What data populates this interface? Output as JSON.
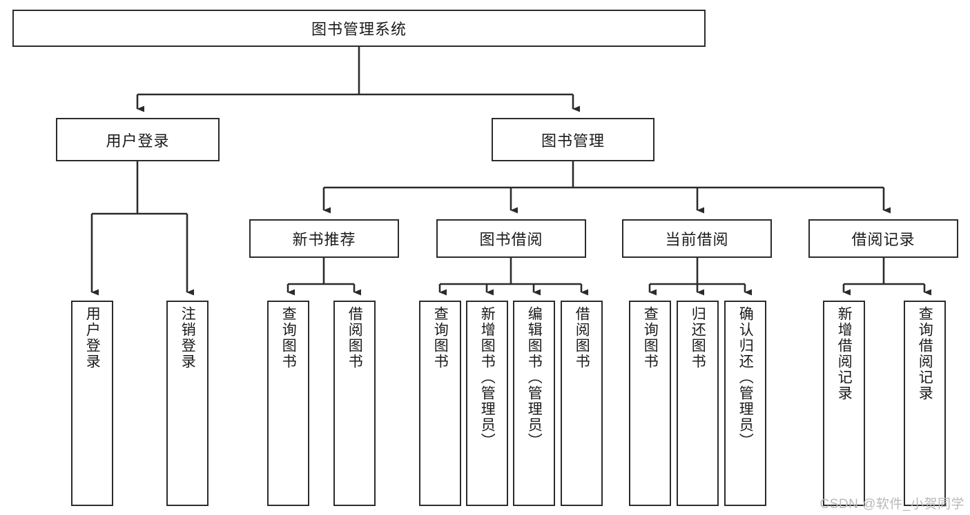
{
  "diagram": {
    "title": "图书管理系统",
    "watermark": "CSDN @软件_小贺同学",
    "colors": {
      "box_border": "#2b2b2b",
      "box_fill": "#ffffff",
      "line": "#2b2b2b",
      "text": "#1a1a1a",
      "watermark": "#b9b9b9",
      "background": "#ffffff"
    },
    "root": {
      "label": "图书管理系统"
    },
    "level2": [
      {
        "label": "用户登录"
      },
      {
        "label": "图书管理"
      }
    ],
    "level3": [
      {
        "label": "新书推荐"
      },
      {
        "label": "图书借阅"
      },
      {
        "label": "当前借阅"
      },
      {
        "label": "借阅记录"
      }
    ],
    "leaves": {
      "user_login": [
        {
          "label": "用户登录"
        },
        {
          "label": "注销登录"
        }
      ],
      "new_book_recommend": [
        {
          "label": "查询图书"
        },
        {
          "label": "借阅图书"
        }
      ],
      "book_borrow": [
        {
          "label": "查询图书"
        },
        {
          "label": "新增图书（管理员）"
        },
        {
          "label": "编辑图书（管理员）"
        },
        {
          "label": "借阅图书"
        }
      ],
      "current_borrow": [
        {
          "label": "查询图书"
        },
        {
          "label": "归还图书"
        },
        {
          "label": "确认归还（管理员）"
        }
      ],
      "borrow_record": [
        {
          "label": "新增借阅记录"
        },
        {
          "label": "查询借阅记录"
        }
      ]
    }
  }
}
